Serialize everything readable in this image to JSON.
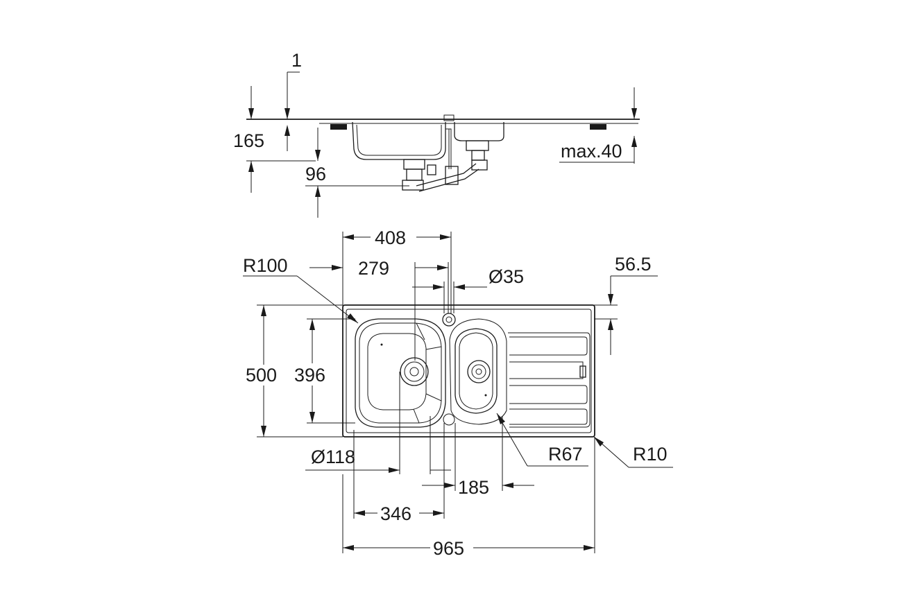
{
  "drawing": {
    "side_view": {
      "offset_top": "1",
      "depth_total": "165",
      "bowl_depth": "96",
      "worktop_max": "max.40"
    },
    "top_view": {
      "main_bowl_width": "408",
      "tap_hole_offset": "279",
      "tap_hole_diameter": "Ø35",
      "bowl_corner_radius": "R100",
      "edge_offset": "56.5",
      "overall_depth": "500",
      "bowl_depth": "396",
      "waste_diameter": "Ø118",
      "small_bowl_radius": "R67",
      "outer_corner_radius": "R10",
      "small_bowl_width": "185",
      "main_bowl_inner_width": "346",
      "overall_width": "965"
    }
  }
}
